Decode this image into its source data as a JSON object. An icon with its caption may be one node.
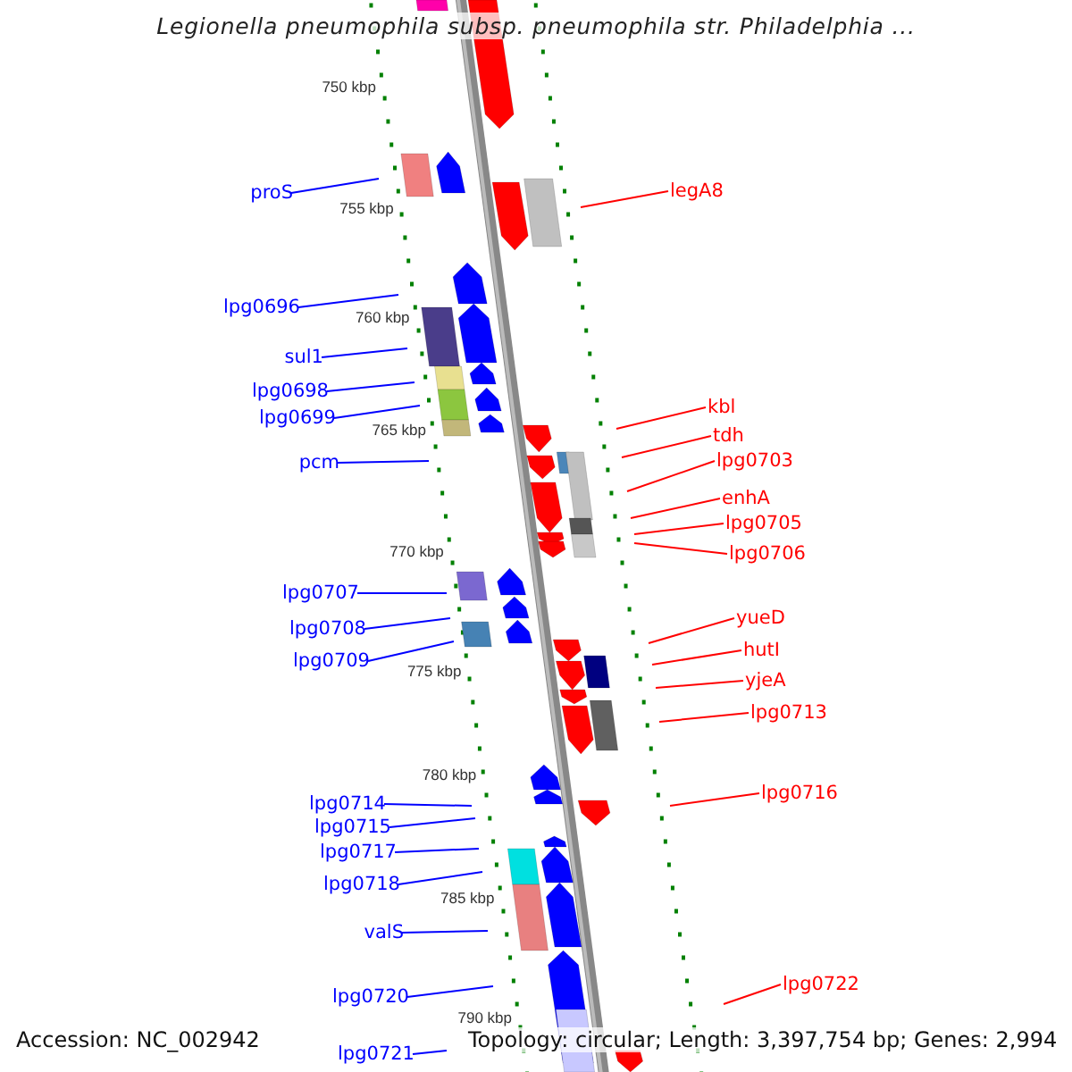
{
  "diagram": {
    "title": "Legionella pneumophila subsp. pneumophila str. Philadelphia ...",
    "nodes": [
      {
        "text": [
          "proS"
        ]
      },
      {
        "text": [
          "lpg0696"
        ]
      },
      {
        "text": [
          "sul1"
        ]
      },
      {
        "text": [
          "lpg0698"
        ]
      },
      {
        "text": [
          "lpg0699"
        ]
      },
      {
        "text": [
          "pcm"
        ]
      },
      {
        "text": [
          "lpg0707"
        ]
      },
      {
        "text": [
          "lpg0708"
        ]
      },
      {
        "text": [
          "lpg0709"
        ]
      },
      {
        "text": [
          "lpg0714"
        ]
      },
      {
        "text": [
          "lpg0715"
        ]
      },
      {
        "text": [
          "lpg0717"
        ]
      },
      {
        "text": [
          "lpg0718"
        ]
      },
      {
        "text": [
          "valS"
        ]
      },
      {
        "text": [
          "lpg0720"
        ]
      },
      {
        "text": [
          "lpg0721"
        ]
      },
      {
        "text": [
          "legA8"
        ]
      },
      {
        "text": [
          "kbl"
        ]
      },
      {
        "text": [
          "tdh"
        ]
      },
      {
        "text": [
          "lpg0703"
        ]
      },
      {
        "text": [
          "enhA"
        ]
      },
      {
        "text": [
          "lpg0705"
        ]
      },
      {
        "text": [
          "lpg0706"
        ]
      },
      {
        "text": [
          "yueD"
        ]
      },
      {
        "text": [
          "hutI"
        ]
      },
      {
        "text": [
          "yjeA"
        ]
      },
      {
        "text": [
          "lpg0713"
        ]
      },
      {
        "text": [
          "lpg0716"
        ]
      },
      {
        "text": [
          "lpg0722"
        ]
      }
    ],
    "edges": [
      {
        "from": 0,
        "to": null,
        "arrow": "none"
      },
      {
        "from": 1,
        "to": null,
        "arrow": "none"
      },
      {
        "from": 2,
        "to": null,
        "arrow": "none"
      },
      {
        "from": 3,
        "to": null,
        "arrow": "none"
      },
      {
        "from": 4,
        "to": null,
        "arrow": "none"
      },
      {
        "from": 5,
        "to": null,
        "arrow": "none"
      },
      {
        "from": 6,
        "to": null,
        "arrow": "none"
      },
      {
        "from": 7,
        "to": null,
        "arrow": "none"
      },
      {
        "from": 8,
        "to": null,
        "arrow": "none"
      },
      {
        "from": 9,
        "to": null,
        "arrow": "none"
      },
      {
        "from": 10,
        "to": null,
        "arrow": "none"
      },
      {
        "from": 11,
        "to": null,
        "arrow": "none"
      },
      {
        "from": 12,
        "to": null,
        "arrow": "none"
      },
      {
        "from": 13,
        "to": null,
        "arrow": "none"
      },
      {
        "from": 14,
        "to": null,
        "arrow": "none"
      },
      {
        "from": 15,
        "to": null,
        "arrow": "none"
      },
      {
        "from": 16,
        "to": null,
        "arrow": "none",
        "color": "#ff0000"
      },
      {
        "from": 17,
        "to": null,
        "arrow": "none",
        "color": "#ff0000"
      },
      {
        "from": 18,
        "to": null,
        "arrow": "none",
        "color": "#ff0000"
      },
      {
        "from": 19,
        "to": null,
        "arrow": "none",
        "color": "#ff0000"
      },
      {
        "from": 20,
        "to": null,
        "arrow": "none",
        "color": "#ff0000"
      },
      {
        "from": 21,
        "to": null,
        "arrow": "none",
        "color": "#ff0000"
      },
      {
        "from": 22,
        "to": null,
        "arrow": "none",
        "color": "#ff0000"
      },
      {
        "from": 23,
        "to": null,
        "arrow": "none",
        "color": "#ff0000"
      },
      {
        "from": 24,
        "to": null,
        "arrow": "none",
        "color": "#ff0000"
      },
      {
        "from": 25,
        "to": null,
        "arrow": "none",
        "color": "#ff0000"
      },
      {
        "from": 26,
        "to": null,
        "arrow": "none",
        "color": "#ff0000"
      },
      {
        "from": 27,
        "to": null,
        "arrow": "none",
        "color": "#ff0000"
      },
      {
        "from": 28,
        "to": null,
        "arrow": "none",
        "color": "#ff0000"
      }
    ],
    "labels": [
      "750 kbp",
      "755 kbp",
      "760 kbp",
      "765 kbp",
      "770 kbp",
      "775 kbp",
      "780 kbp",
      "785 kbp",
      "790 kbp",
      "Accession: NC_002942",
      "Topology: circular; Length: 3,397,754 bp; Genes: 2,994"
    ]
  }
}
